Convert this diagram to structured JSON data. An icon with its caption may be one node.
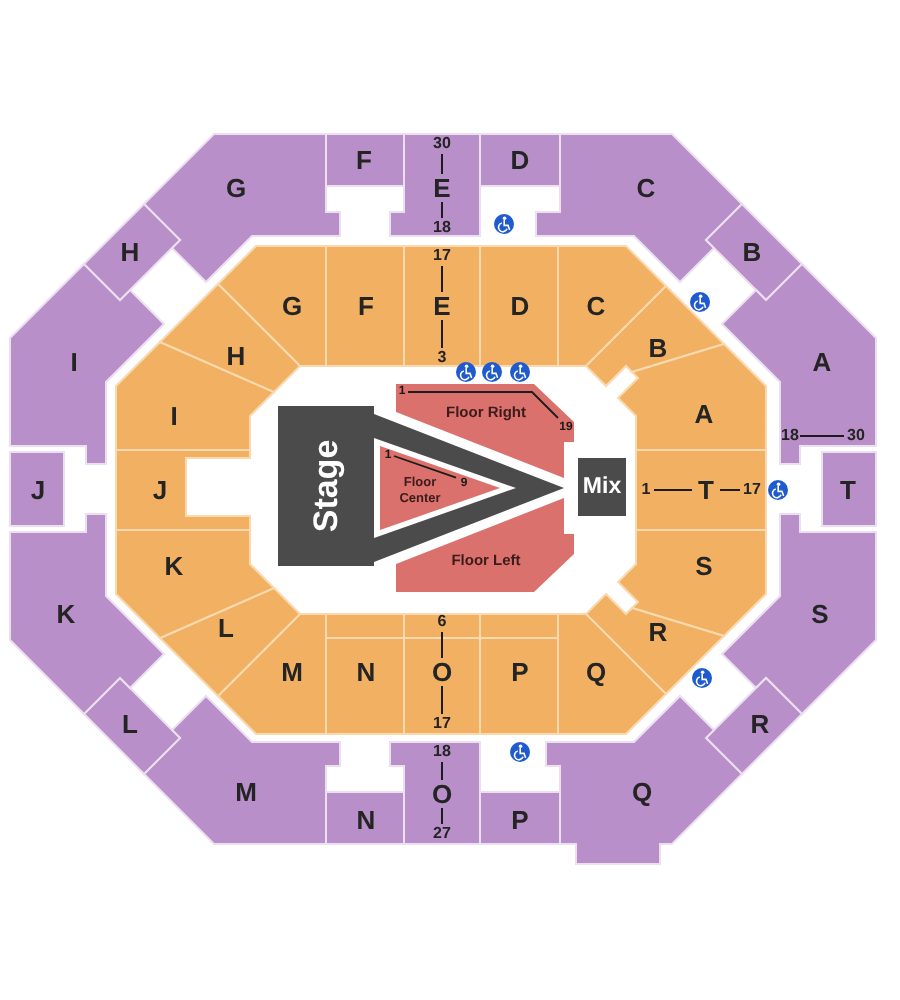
{
  "diagram": {
    "nodes": [
      {
        "text": [
          "G"
        ]
      },
      {
        "text": [
          "F"
        ]
      },
      {
        "text": [
          "30",
          "E",
          "18"
        ]
      },
      {
        "text": [
          "D"
        ]
      },
      {
        "text": [
          "C"
        ]
      },
      {
        "text": [
          "B"
        ]
      },
      {
        "text": [
          "A",
          "18",
          "30"
        ]
      },
      {
        "text": [
          "T"
        ]
      },
      {
        "text": [
          "S"
        ]
      },
      {
        "text": [
          "R"
        ]
      },
      {
        "text": [
          "Q"
        ]
      },
      {
        "text": [
          "P"
        ]
      },
      {
        "text": [
          "18",
          "O",
          "27"
        ]
      },
      {
        "text": [
          "N"
        ]
      },
      {
        "text": [
          "M"
        ]
      },
      {
        "text": [
          "L"
        ]
      },
      {
        "text": [
          "K"
        ]
      },
      {
        "text": [
          "J"
        ]
      },
      {
        "text": [
          "I"
        ]
      },
      {
        "text": [
          "H"
        ]
      },
      {
        "text": [
          "G"
        ]
      },
      {
        "text": [
          "F"
        ]
      },
      {
        "text": [
          "17",
          "E",
          "3"
        ]
      },
      {
        "text": [
          "D"
        ]
      },
      {
        "text": [
          "C"
        ]
      },
      {
        "text": [
          "B"
        ]
      },
      {
        "text": [
          "A"
        ]
      },
      {
        "text": [
          "1",
          "T",
          "17"
        ]
      },
      {
        "text": [
          "S"
        ]
      },
      {
        "text": [
          "R"
        ]
      },
      {
        "text": [
          "Q"
        ]
      },
      {
        "text": [
          "P"
        ]
      },
      {
        "text": [
          "6",
          "O",
          "17"
        ]
      },
      {
        "text": [
          "N"
        ]
      },
      {
        "text": [
          "M"
        ]
      },
      {
        "text": [
          "L"
        ]
      },
      {
        "text": [
          "K"
        ]
      },
      {
        "text": [
          "J"
        ]
      },
      {
        "text": [
          "I"
        ]
      },
      {
        "text": [
          "H"
        ]
      },
      {
        "text": [
          "Stage"
        ]
      },
      {
        "text": [
          "Floor Right",
          "1",
          "19"
        ]
      },
      {
        "text": [
          "Floor Center",
          "1",
          "9"
        ]
      },
      {
        "text": [
          "Floor Left"
        ]
      },
      {
        "text": [
          "Mix"
        ]
      }
    ]
  }
}
